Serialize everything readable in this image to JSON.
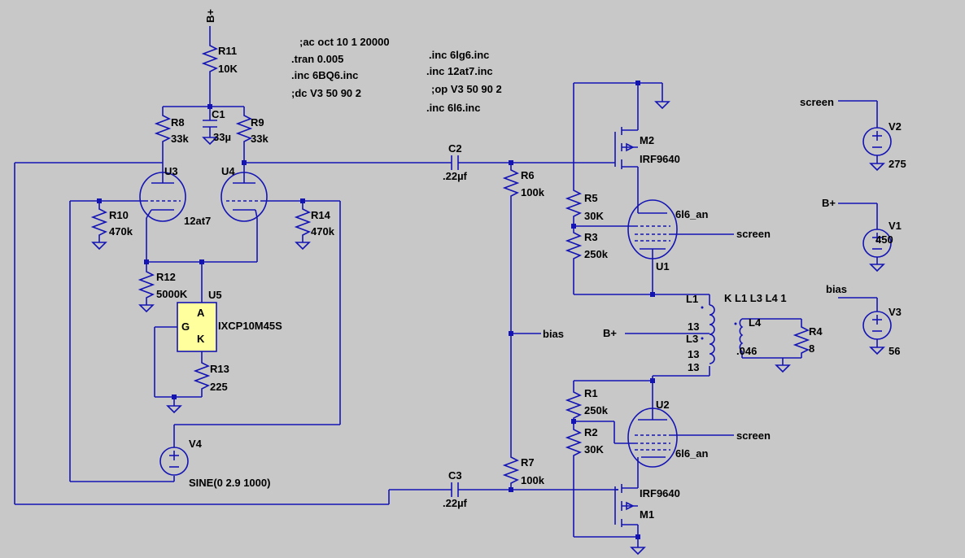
{
  "schematic": {
    "directives": [
      ";ac oct 10 1 20000",
      ".tran 0.005",
      ".inc 6BQ6.inc",
      ";dc V3 50 90 2",
      ".inc 6lg6.inc",
      ".inc 12at7.inc",
      ";op V3 50 90 2",
      ".inc 6l6.inc",
      "K L1 L3 L4 1"
    ],
    "components": {
      "R11": {
        "name": "R11",
        "value": "10K"
      },
      "C1": {
        "name": "C1",
        "value": "33µ"
      },
      "R8": {
        "name": "R8",
        "value": "33k"
      },
      "R9": {
        "name": "R9",
        "value": "33k"
      },
      "U3": {
        "name": "U3",
        "value": "12at7"
      },
      "U4": {
        "name": "U4"
      },
      "R10": {
        "name": "R10",
        "value": "470k"
      },
      "R14": {
        "name": "R14",
        "value": "470k"
      },
      "R12": {
        "name": "R12",
        "value": "5000K"
      },
      "U5": {
        "name": "U5",
        "value": "IXCP10M45S",
        "pin_a": "A",
        "pin_g": "G",
        "pin_k": "K"
      },
      "R13": {
        "name": "R13",
        "value": "225"
      },
      "V4": {
        "name": "V4",
        "value": "SINE(0 2.9 1000)"
      },
      "C2": {
        "name": "C2",
        "value": ".22µf"
      },
      "C3": {
        "name": "C3",
        "value": ".22µf"
      },
      "R6": {
        "name": "R6",
        "value": "100k"
      },
      "R7": {
        "name": "R7",
        "value": "100k"
      },
      "M2": {
        "name": "M2",
        "value": "IRF9640"
      },
      "M1": {
        "name": "M1",
        "value": "IRF9640"
      },
      "R5": {
        "name": "R5",
        "value": "30K"
      },
      "R3": {
        "name": "R3",
        "value": "250k"
      },
      "U1": {
        "name": "U1",
        "value": "6l6_an"
      },
      "U2": {
        "name": "U2",
        "value": "6l6_an"
      },
      "R1": {
        "name": "R1",
        "value": "250k"
      },
      "R2": {
        "name": "R2",
        "value": "30K"
      },
      "L1": {
        "name": "L1",
        "value": "13"
      },
      "L3": {
        "name": "L3",
        "value": "13"
      },
      "L3b": {
        "value": "13"
      },
      "L4": {
        "name": "L4",
        "value": ".046"
      },
      "R4": {
        "name": "R4",
        "value": "8"
      },
      "V1": {
        "name": "V1",
        "value": "450"
      },
      "V2": {
        "name": "V2",
        "value": "275"
      },
      "V3": {
        "name": "V3",
        "value": "56"
      }
    },
    "net_labels": {
      "bplus_top": "B+",
      "bplus_mid": "B+",
      "bplus_v1": "B+",
      "screen_v2": "screen",
      "screen_u1": "screen",
      "screen_u2": "screen",
      "bias_mid": "bias",
      "bias_v3": "bias"
    }
  }
}
